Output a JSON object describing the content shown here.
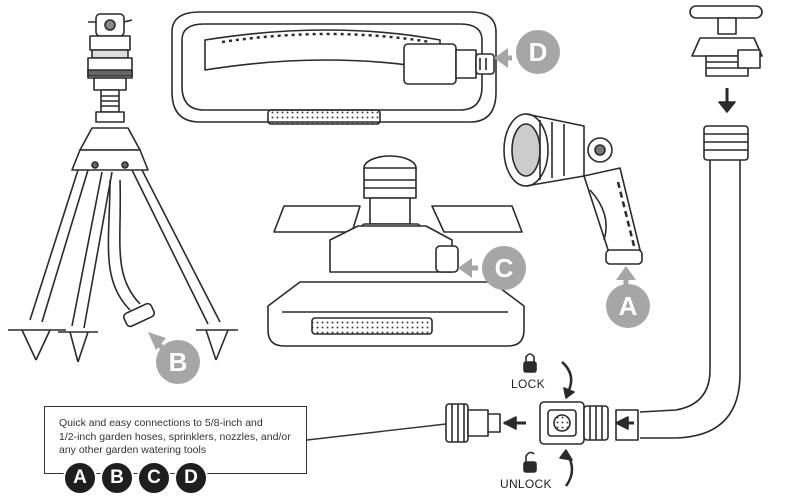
{
  "callout": {
    "line1": "Quick and easy connections to 5/8-inch and",
    "line2": "1/2-inch garden hoses, sprinklers, nozzles, and/or",
    "line3": "any other garden watering tools"
  },
  "badges": [
    "A",
    "B",
    "C",
    "D"
  ],
  "callout_letters": {
    "a": "A",
    "b": "B",
    "c": "C",
    "d": "D"
  },
  "connector": {
    "lock_label": "LOCK",
    "unlock_label": "UNLOCK"
  },
  "colors": {
    "outline": "#2b2b2b",
    "callout_gray": "#a6a6a6",
    "badge_dark": "#1e1e1e",
    "paper": "#ffffff"
  }
}
